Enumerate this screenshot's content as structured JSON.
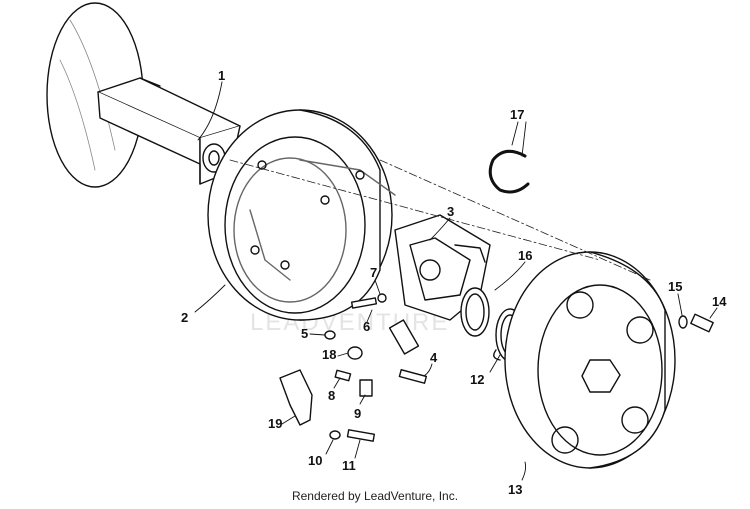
{
  "diagram": {
    "callouts": [
      "1",
      "2",
      "3",
      "4",
      "5",
      "6",
      "7",
      "8",
      "9",
      "10",
      "11",
      "12",
      "13",
      "14",
      "15",
      "16",
      "17",
      "18",
      "19"
    ],
    "watermark_text": "LEADVENTURE"
  },
  "footer": {
    "text": "Rendered by LeadVenture, Inc."
  }
}
